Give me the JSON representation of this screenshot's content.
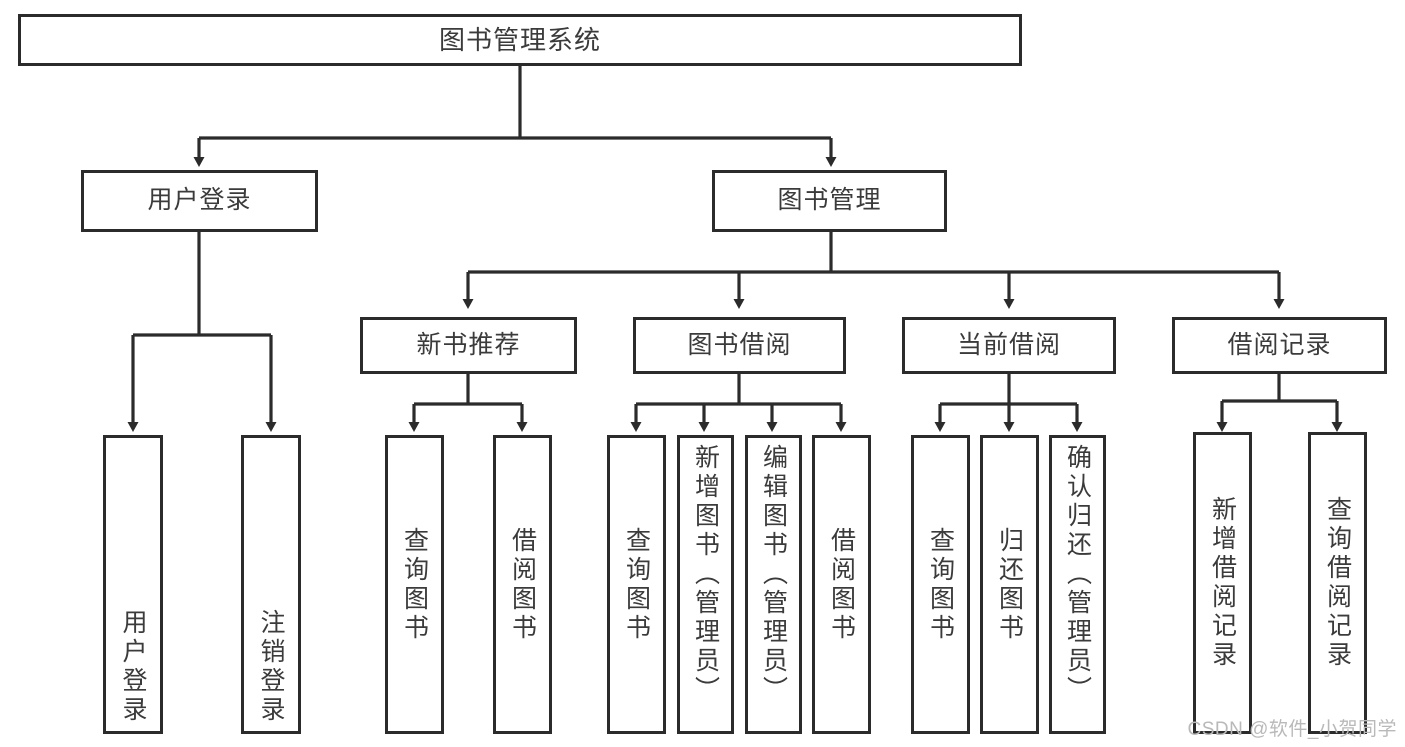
{
  "diagram": {
    "title": "图书管理系统",
    "type": "function-hierarchy-tree",
    "colors": {
      "box_border": "#2b2b2b",
      "box_fill": "#ffffff",
      "text": "#3b3b3b",
      "connector": "#2b2b2b",
      "background": "#ffffff",
      "watermark": "#b9b9b9"
    }
  },
  "root": {
    "label": "图书管理系统"
  },
  "level2": [
    {
      "label": "用户登录"
    },
    {
      "label": "图书管理"
    }
  ],
  "level3": [
    {
      "label": "新书推荐"
    },
    {
      "label": "图书借阅"
    },
    {
      "label": "当前借阅"
    },
    {
      "label": "借阅记录"
    }
  ],
  "leaves": {
    "user_login": [
      {
        "label": "用户登录"
      },
      {
        "label": "注销登录"
      }
    ],
    "new_book_recommend": [
      {
        "label": "查询图书"
      },
      {
        "label": "借阅图书"
      }
    ],
    "book_borrow": [
      {
        "label": "查询图书"
      },
      {
        "label": "新增图书（管理员）"
      },
      {
        "label": "编辑图书（管理员）"
      },
      {
        "label": "借阅图书"
      }
    ],
    "current_borrow": [
      {
        "label": "查询图书"
      },
      {
        "label": "归还图书"
      },
      {
        "label": "确认归还（管理员）"
      }
    ],
    "borrow_record": [
      {
        "label": "新增借阅记录"
      },
      {
        "label": "查询借阅记录"
      }
    ]
  },
  "watermark": {
    "text": "CSDN @软件_小贺同学"
  }
}
